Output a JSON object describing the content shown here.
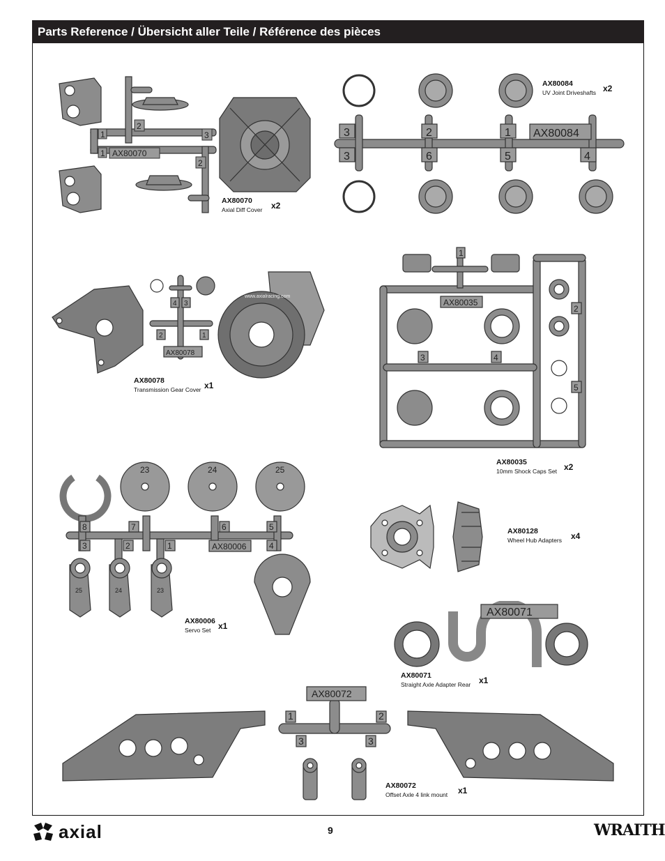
{
  "header": {
    "title": "Parts Reference / Übersicht aller Teile / Référence des pièces"
  },
  "parts": [
    {
      "code": "AX80070",
      "desc": "Axial Diff Cover",
      "qty": "x2"
    },
    {
      "code": "AX80084",
      "desc": "UV Joint Driveshafts",
      "qty": "x2"
    },
    {
      "code": "AX80078",
      "desc": "Transmission Gear Cover",
      "qty": "x1"
    },
    {
      "code": "AX80035",
      "desc": "10mm Shock Caps Set",
      "qty": "x2"
    },
    {
      "code": "AX80128",
      "desc": "Wheel Hub Adapters",
      "qty": "x4"
    },
    {
      "code": "AX80006",
      "desc": "Servo Set",
      "qty": "x1"
    },
    {
      "code": "AX80071",
      "desc": "Straight Axle Adapter Rear",
      "qty": "x1"
    },
    {
      "code": "AX80072",
      "desc": "Offset Axle 4 link mount",
      "qty": "x1"
    }
  ],
  "sprue_text": {
    "s70": {
      "tag": "AX80070",
      "n1": "1",
      "n1b": "1",
      "n2": "2",
      "n2b": "2",
      "n3": "3"
    },
    "s84": {
      "tag": "AX80084",
      "n1": "1",
      "n2": "2",
      "n3": "3",
      "n3b": "3",
      "n4": "4",
      "n5": "5",
      "n6": "6"
    },
    "s78": {
      "tag": "AX80078",
      "n1": "1",
      "n2": "2",
      "n3": "3",
      "n4": "4",
      "rim": "www.axialracing.com"
    },
    "s35": {
      "tag": "AX80035",
      "n1": "1",
      "n2": "2",
      "n3": "3",
      "n4": "4",
      "n5": "5"
    },
    "s06": {
      "tag": "AX80006",
      "d23": "23",
      "d24": "24",
      "d25": "25",
      "n1": "1",
      "n2": "2",
      "n3": "3",
      "n4": "4",
      "n5": "5",
      "n6": "6",
      "n7": "7",
      "n8": "8",
      "a25": "25",
      "a24": "24",
      "a23": "23"
    },
    "s71": {
      "tag": "AX80071"
    },
    "s72": {
      "tag": "AX80072",
      "n1": "1",
      "n2": "2",
      "n3": "3",
      "n3b": "3"
    }
  },
  "footer": {
    "page_number": "9",
    "brand_left": "axial",
    "brand_right": "WRAITH"
  },
  "colors": {
    "part_fill": "#8c8c8c",
    "part_dark": "#555555",
    "title_bg": "#231f20"
  }
}
